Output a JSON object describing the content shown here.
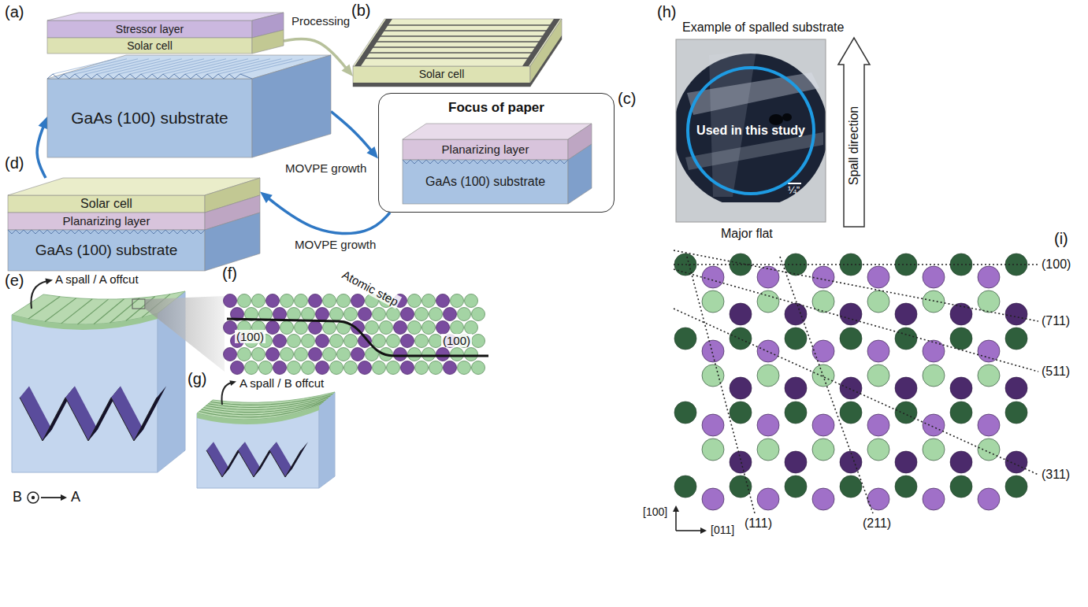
{
  "diagram": {
    "nodes": [
      {
        "text": [
          "Stressor layer"
        ]
      },
      {
        "text": [
          "Solar cell"
        ]
      },
      {
        "text": [
          "GaAs (100) substrate"
        ]
      },
      {
        "text": [
          "Solar cell"
        ]
      },
      {
        "text": [
          "Focus of paper"
        ]
      },
      {
        "text": [
          "Planarizing layer"
        ],
        "in": 4
      },
      {
        "text": [
          "GaAs (100) substrate"
        ],
        "in": 4
      },
      {
        "text": [
          "Solar cell"
        ]
      },
      {
        "text": [
          "Planarizing layer"
        ]
      },
      {
        "text": [
          "GaAs (100) substrate"
        ]
      },
      {
        "text": [
          "Used in this study"
        ]
      },
      {
        "text": [
          "Spall direction"
        ]
      }
    ],
    "edges": [
      {
        "from": 1,
        "to": 3,
        "label": "Processing",
        "arrow": "to"
      },
      {
        "from": 2,
        "to": 4,
        "label": "MOVPE growth",
        "arrow": "to"
      },
      {
        "from": 4,
        "to": 7,
        "label": "MOVPE growth",
        "arrow": "to"
      },
      {
        "from": 7,
        "to": 2,
        "arrow": "to"
      }
    ],
    "labels": [
      "(a)",
      "(b)",
      "(h)",
      "Example of spalled substrate",
      "(c)",
      "(d)",
      "Major flat",
      "¼”",
      "(f)",
      "(100)",
      "Atomic step",
      "(100)",
      "(e)",
      "A spall / A offcut",
      "(i)",
      "(100)",
      "(711)",
      "(511)",
      "(311)",
      "(g)",
      "A spall / B offcut",
      "[100]",
      "[011]",
      "(111)",
      "(211)",
      "B",
      "A"
    ]
  }
}
